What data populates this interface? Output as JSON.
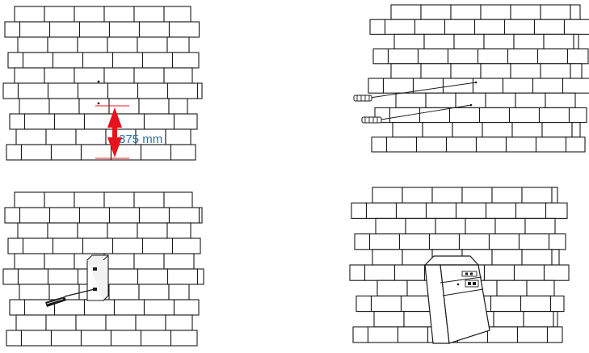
{
  "steps": [
    {
      "id": "step-1",
      "measurement": {
        "label": "375 mm",
        "arrow_color": "#e8121c",
        "text_color": "#2f6fb0"
      }
    },
    {
      "id": "step-2"
    },
    {
      "id": "step-3"
    },
    {
      "id": "step-4"
    }
  ]
}
